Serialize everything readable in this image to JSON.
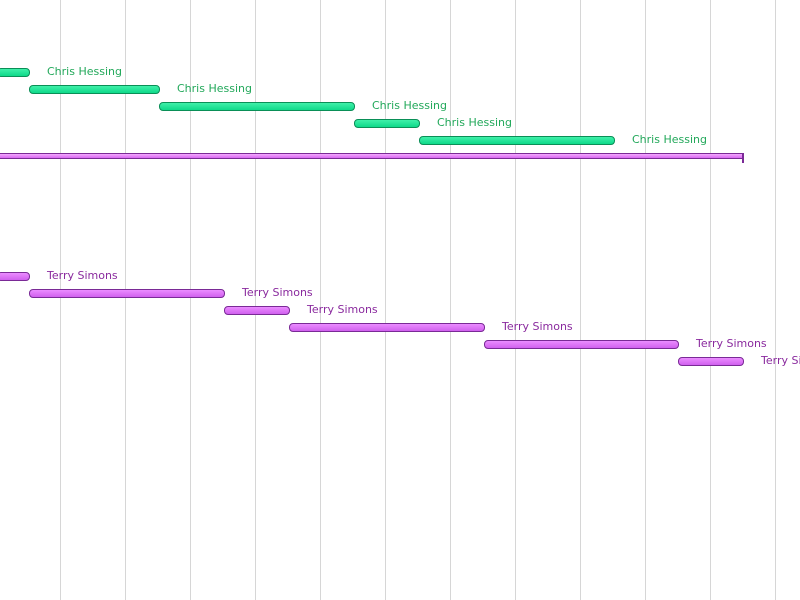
{
  "colors": {
    "chris_label": "#22a85a",
    "terry_label": "#8a2a9e",
    "grid": "#d6d6d6",
    "green_fill": "#1ee695",
    "purple_fill": "#dd72f5"
  },
  "chris": {
    "name": "Chris Hessing",
    "tasks": [
      {
        "start": -3,
        "end": 30,
        "label": "Chris Hessing"
      },
      {
        "start": 29,
        "end": 160,
        "label": "Chris Hessing"
      },
      {
        "start": 159,
        "end": 355,
        "label": "Chris Hessing"
      },
      {
        "start": 354,
        "end": 420,
        "label": "Chris Hessing"
      },
      {
        "start": 419,
        "end": 615,
        "label": "Chris Hessing"
      }
    ]
  },
  "summary": {
    "start": -3,
    "end": 744
  },
  "terry": {
    "name": "Terry Simons",
    "tasks": [
      {
        "start": -3,
        "end": 30,
        "label": "Terry Simons"
      },
      {
        "start": 29,
        "end": 225,
        "label": "Terry Simons"
      },
      {
        "start": 224,
        "end": 290,
        "label": "Terry Simons"
      },
      {
        "start": 289,
        "end": 485,
        "label": "Terry Simons"
      },
      {
        "start": 484,
        "end": 679,
        "label": "Terry Simons"
      },
      {
        "start": 678,
        "end": 744,
        "label": "Terry Simons"
      }
    ]
  }
}
